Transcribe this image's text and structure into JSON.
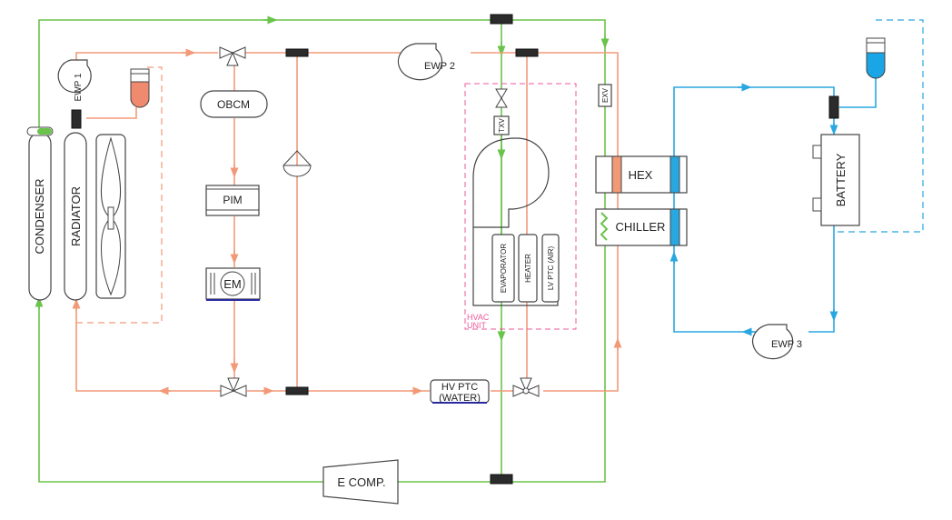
{
  "components": {
    "condenser": "CONDENSER",
    "radiator": "RADIATOR",
    "ewp1": "EWP 1",
    "ewp2": "EWP 2",
    "ewp3": "EWP 3",
    "obcm": "OBCM",
    "pim": "PIM",
    "em": "EM",
    "txv": "TXV",
    "exv": "EXV",
    "evaporator": "EVAPORATOR",
    "heater": "HEATER",
    "lv_ptc": "LV PTC (AIR)",
    "hvac_line1": "HVAC",
    "hvac_line2": "UNIT",
    "hex": "HEX",
    "chiller": "CHILLER",
    "battery": "BATTERY",
    "hv_ptc_line1": "HV PTC",
    "hv_ptc_line2": "(WATER)",
    "ecomp": "E COMP."
  },
  "colors": {
    "refrigerant": "#6ac34a",
    "coolant": "#f29a78",
    "battery_loop": "#29a7e1",
    "hvac_border": "#ec5a9b",
    "reservoir_coolant": "#f08a6e",
    "reservoir_battery": "#1aa6e6"
  }
}
